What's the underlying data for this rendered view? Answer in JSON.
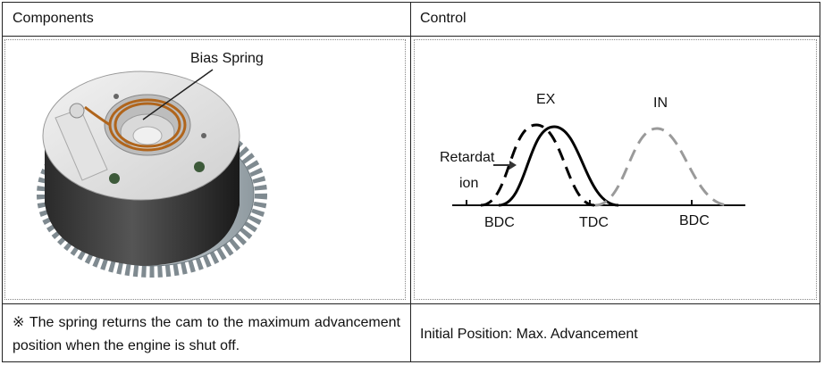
{
  "headers": {
    "col1": "Components",
    "col2": "Control"
  },
  "component_image": {
    "label": "Bias Spring"
  },
  "control_diagram": {
    "exhaust_label": "EX",
    "intake_label": "IN",
    "retard_label_line1": "Retardat",
    "retard_label_line2": "ion",
    "axis_labels": [
      "BDC",
      "TDC",
      "BDC"
    ],
    "colors": {
      "exhaust": "#000000",
      "intake": "#9a9a9a"
    }
  },
  "footer": {
    "note": "※ The spring returns the cam to the maximum advancement position when the engine is shut off.",
    "initial_position": "Initial Position: Max. Advancement"
  }
}
